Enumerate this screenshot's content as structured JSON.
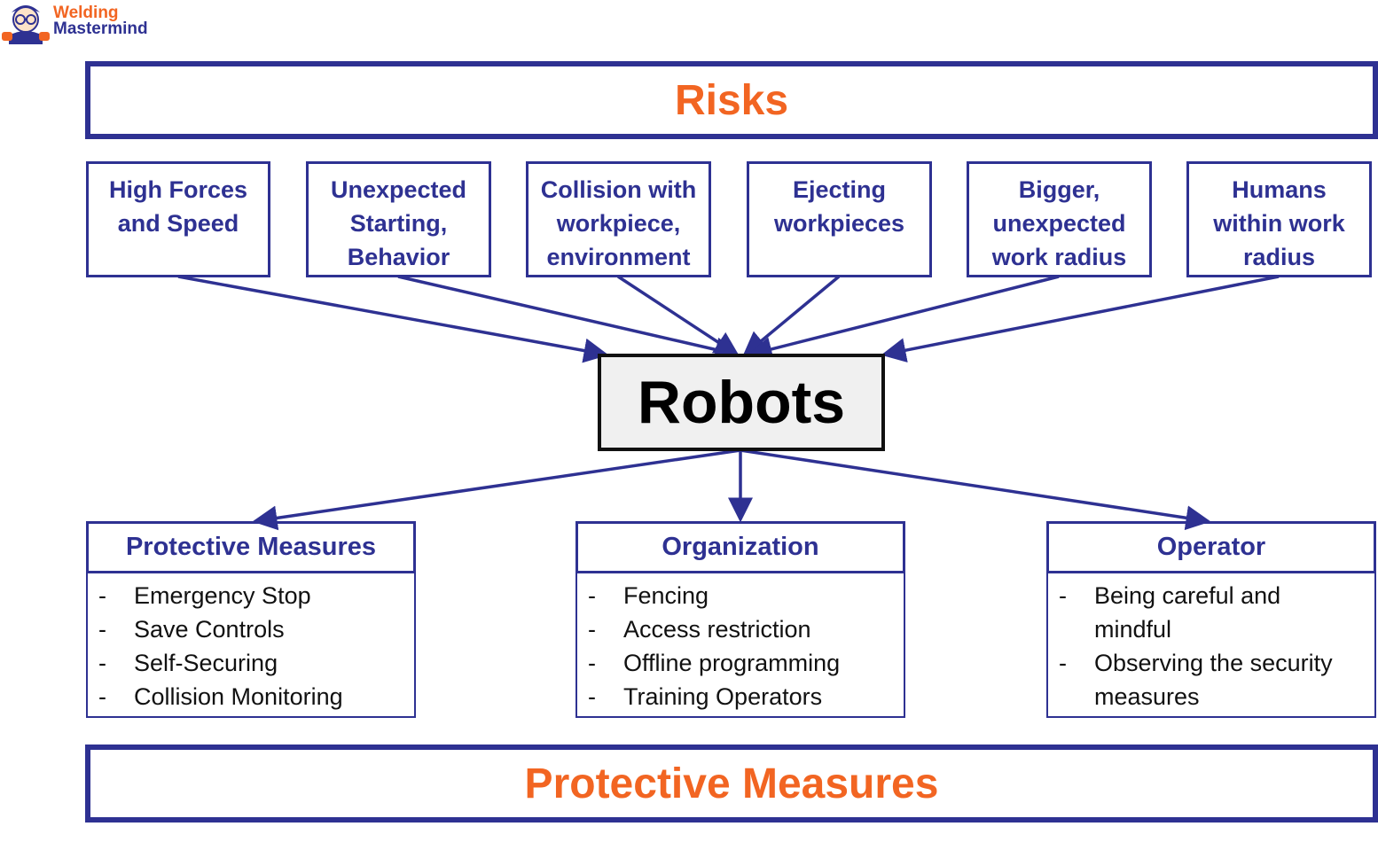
{
  "logo": {
    "line1": "Welding",
    "line2": "Mastermind"
  },
  "top_banner": "Risks",
  "risks": [
    "High Forces and Speed",
    "Unexpected Starting, Behavior",
    "Collision with workpiece, environment",
    "Ejecting workpieces",
    "Bigger, unexpected work radius",
    "Humans within work radius"
  ],
  "center": "Robots",
  "measures": [
    {
      "title": "Protective Measures",
      "items": [
        "Emergency Stop",
        "Save Controls",
        "Self-Securing",
        "Collision Monitoring"
      ]
    },
    {
      "title": "Organization",
      "items": [
        "Fencing",
        "Access restriction",
        "Offline programming",
        "Training Operators"
      ]
    },
    {
      "title": "Operator",
      "items": [
        "Being careful and mindful",
        "Observing the security measures"
      ]
    }
  ],
  "bottom_banner": "Protective Measures",
  "colors": {
    "primary": "#2e3192",
    "accent": "#f26522",
    "logo_orange": "#f26522"
  },
  "bullet": "-"
}
